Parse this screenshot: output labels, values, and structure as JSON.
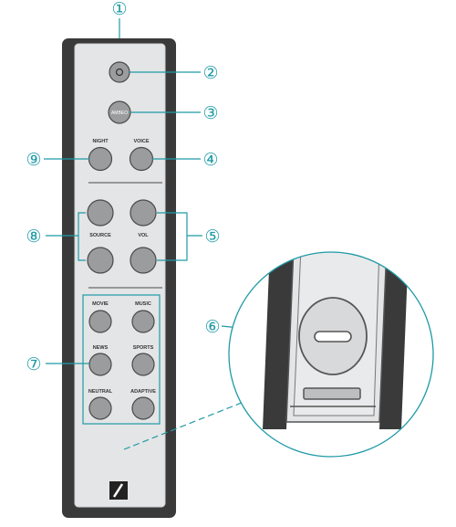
{
  "remote": {
    "button_labels": {
      "ambeo": "AMBEO",
      "night": "NIGHT",
      "voice": "VOICE",
      "source": "SOURCE",
      "vol": "VOL",
      "movie": "MOVIE",
      "music": "MUSIC",
      "news": "NEWS",
      "sports": "SPORTS",
      "neutral": "NEUTRAL",
      "adaptive": "ADAPTIVE"
    }
  },
  "callouts": {
    "c1": "①",
    "c2": "②",
    "c3": "③",
    "c4": "④",
    "c5": "⑤",
    "c6": "⑥",
    "c7": "⑦",
    "c8": "⑧",
    "c9": "⑨"
  },
  "colors": {
    "body_dark": "#3a3a3a",
    "panel_light": "#e4e5e6",
    "button_gray": "#9b9c9d",
    "accent_teal": "#1f9aa6",
    "logo": "#222222"
  },
  "icons": {
    "power": "power-icon",
    "logo": "sennheiser-logo-icon"
  }
}
